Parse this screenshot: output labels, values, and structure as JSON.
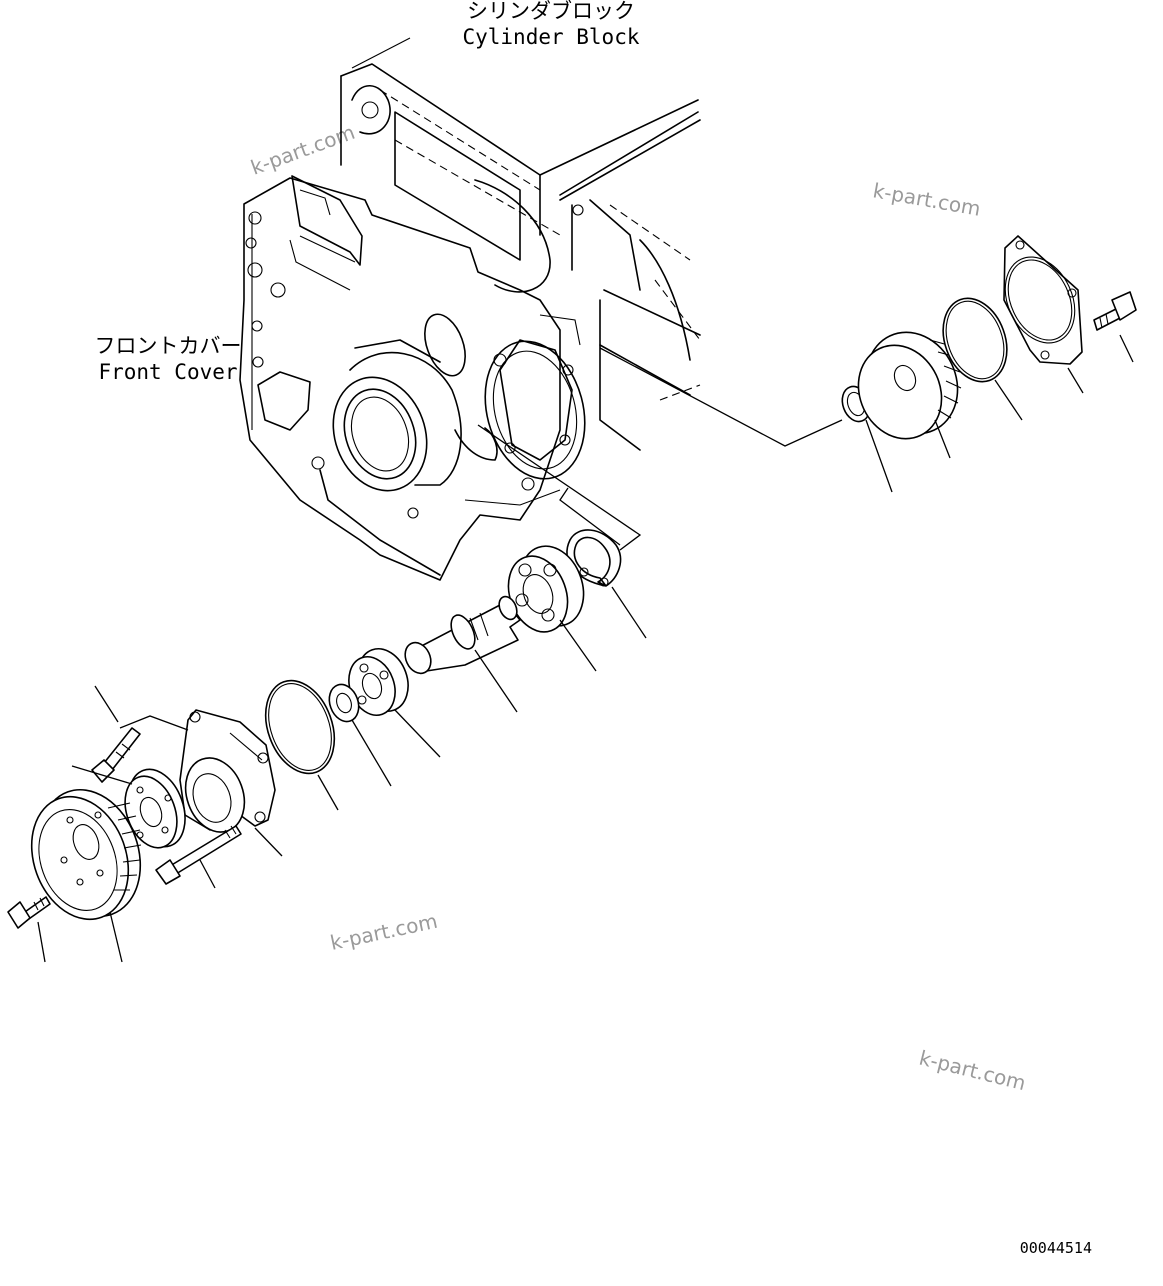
{
  "labels": {
    "cylinder_block_jp": "シリンダブロック",
    "cylinder_block_en": "Cylinder Block",
    "front_cover_jp": "フロントカバー",
    "front_cover_en": "Front Cover"
  },
  "watermarks": [
    "k-part.com",
    "k-part.com",
    "k-part.com",
    "k-part.com"
  ],
  "figure_number": "00044514",
  "icons": {
    "engine": "engine-block-outline",
    "bolt": "bolt-icon",
    "pulley": "pulley-icon",
    "gear": "gear-icon",
    "bearing": "bearing-icon",
    "shaft": "shaft-icon",
    "o_ring": "o-ring-icon",
    "snap_ring": "snap-ring-icon",
    "seal": "seal-icon",
    "housing": "housing-icon",
    "cover_plate": "cover-plate-icon",
    "hub": "hub-icon"
  }
}
